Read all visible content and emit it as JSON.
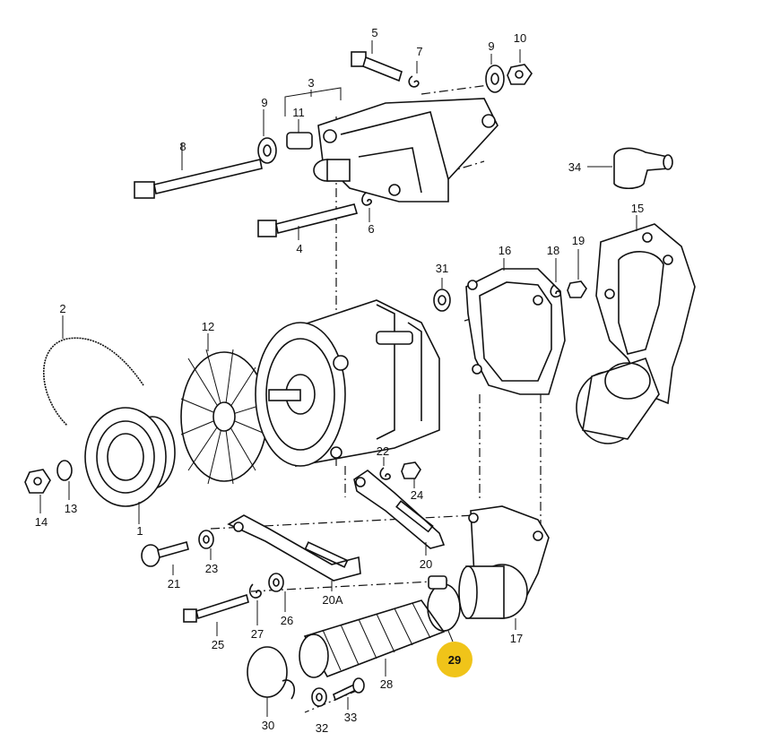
{
  "diagram": {
    "labels": {
      "p1": "1",
      "p2": "2",
      "p3": "3",
      "p4": "4",
      "p5": "5",
      "p6": "6",
      "p7": "7",
      "p8": "8",
      "p9a": "9",
      "p9b": "9",
      "p10": "10",
      "p11": "11",
      "p12": "12",
      "p13": "13",
      "p14": "14",
      "p15": "15",
      "p16": "16",
      "p17": "17",
      "p18": "18",
      "p19": "19",
      "p20": "20",
      "p20A": "20A",
      "p21": "21",
      "p22": "22",
      "p23": "23",
      "p24": "24",
      "p25": "25",
      "p26": "26",
      "p27": "27",
      "p28": "28",
      "p29": "29",
      "p30": "30",
      "p31": "31",
      "p32": "32",
      "p33": "33",
      "p34": "34"
    },
    "highlight": {
      "part": "29",
      "color": "#f0c419"
    }
  }
}
